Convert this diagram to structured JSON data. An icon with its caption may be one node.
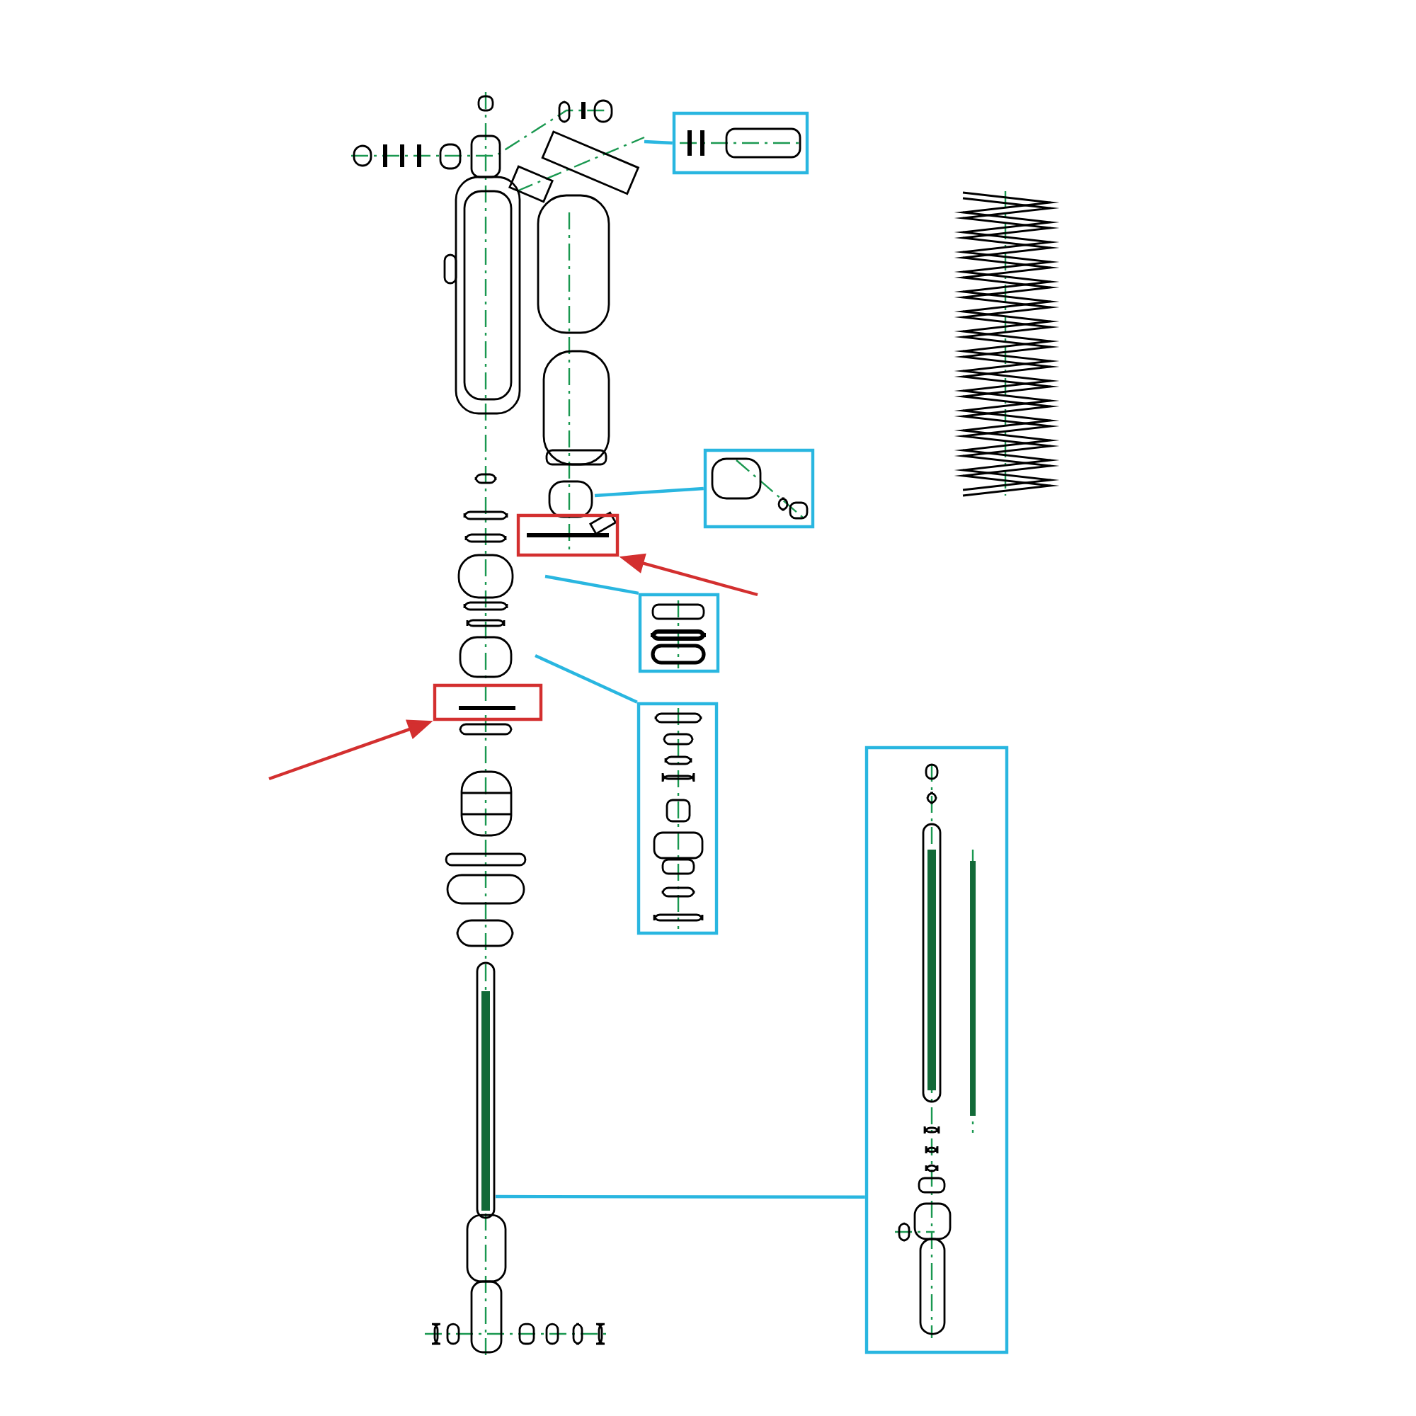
{
  "diagram": {
    "nodes": [
      {
        "text": [],
        "shape": "box"
      },
      {
        "text": [],
        "shape": "box"
      },
      {
        "text": [],
        "shape": "box"
      },
      {
        "text": [],
        "shape": "box"
      },
      {
        "text": [],
        "shape": "box"
      },
      {
        "text": [],
        "shape": "box"
      },
      {
        "text": [],
        "shape": "box"
      }
    ],
    "edges": [
      {
        "from": 0,
        "to": null,
        "arrow": "none"
      },
      {
        "from": 1,
        "to": null,
        "arrow": "none"
      },
      {
        "from": 3,
        "to": null,
        "arrow": "none"
      },
      {
        "from": 5,
        "to": null,
        "arrow": "none"
      },
      {
        "from": 6,
        "to": null,
        "arrow": "none"
      },
      {
        "from": null,
        "to": 2,
        "arrow": "to",
        "color": "#d32f2f"
      },
      {
        "from": null,
        "to": 4,
        "arrow": "to",
        "color": "#d32f2f"
      }
    ]
  }
}
